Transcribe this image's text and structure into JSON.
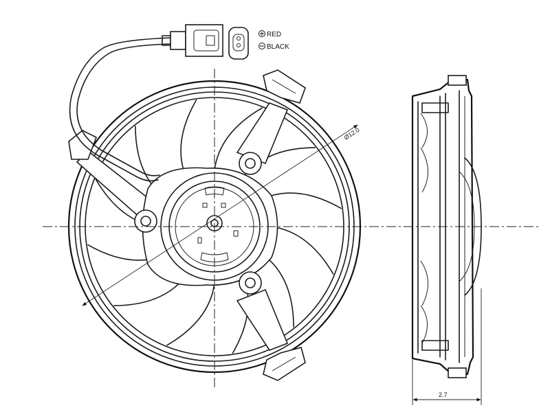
{
  "legend": {
    "positive_label": "RED",
    "negative_label": "BLACK"
  },
  "dimensions": {
    "diameter_label": "Ø12.0",
    "depth_label": "2.7"
  }
}
